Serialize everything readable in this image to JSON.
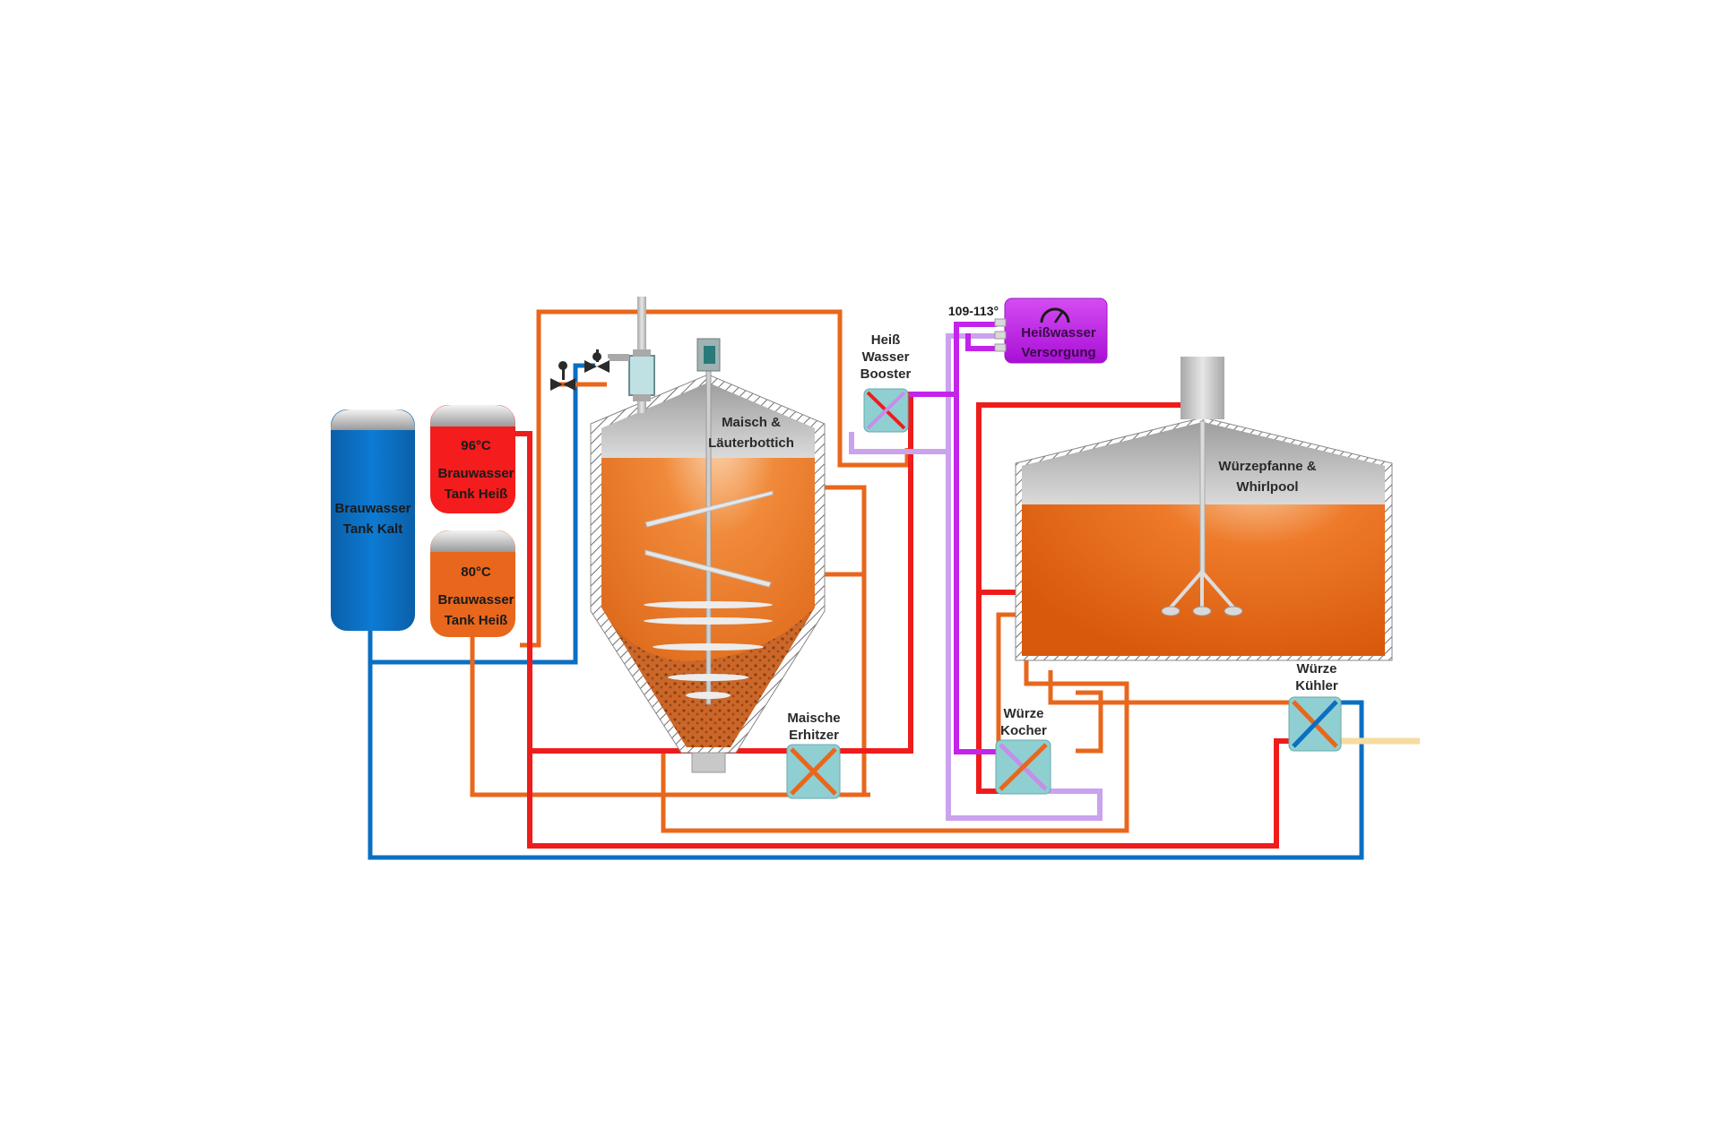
{
  "colors": {
    "cold": "#0b6fc2",
    "hot": "#ef1c1c",
    "warm": "#e8671c",
    "steam_light": "#caa2ee",
    "steam_dark": "#c323ea",
    "wort_out": "#f6dca1",
    "exchanger": "#8fcfd2",
    "liquid": "#e9731f",
    "metal": "#bdbdbd"
  },
  "tanks": {
    "cold": {
      "line1": "Brauwasser",
      "line2": "Tank Kalt"
    },
    "hot96": {
      "temp": "96°C",
      "line1": "Brauwasser",
      "line2": "Tank Heiß"
    },
    "hot80": {
      "temp": "80°C",
      "line1": "Brauwasser",
      "line2": "Tank Heiß"
    }
  },
  "vessels": {
    "mash_tun": {
      "line1": "Maisch &",
      "line2": "Läuterbottich"
    },
    "kettle": {
      "line1": "Würzepfanne &",
      "line2": "Whirlpool"
    }
  },
  "exchangers": {
    "booster": {
      "line1": "Heiß",
      "line2": "Wasser",
      "line3": "Booster"
    },
    "mash_heater": {
      "line1": "Maische",
      "line2": "Erhitzer"
    },
    "wort_boiler": {
      "line1": "Würze",
      "line2": "Kocher"
    },
    "wort_cooler": {
      "line1": "Würze",
      "line2": "Kühler"
    }
  },
  "hot_water_supply": {
    "line1": "Heißwasser",
    "line2": "Versorgung",
    "temp": "109-113°",
    "gauge_icon": "gauge-icon"
  }
}
